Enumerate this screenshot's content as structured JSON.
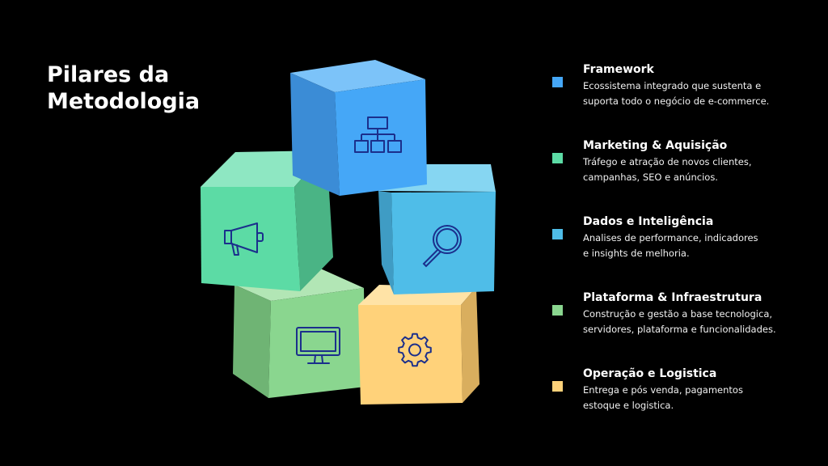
{
  "title_line1": "Pilares da",
  "title_line2": "Metodologia",
  "cubes": [
    {
      "name": "framework",
      "icon": "hierarchy-chart-icon",
      "front": "#45A7F7",
      "top": "#7CC3F9",
      "side": "#3B8CD6"
    },
    {
      "name": "marketing",
      "icon": "megaphone-icon",
      "front": "#5CDBA5",
      "top": "#8EE7C2",
      "side": "#4AB485"
    },
    {
      "name": "dados",
      "icon": "magnifier-icon",
      "front": "#4FBDE8",
      "top": "#86D6F2",
      "side": "#3F9CC4"
    },
    {
      "name": "plataforma",
      "icon": "monitor-icon",
      "front": "#8AD68F",
      "top": "#B2E6B5",
      "side": "#6FB474"
    },
    {
      "name": "operacao",
      "icon": "gear-icon",
      "front": "#FFD27A",
      "top": "#FFE3A6",
      "side": "#D9AE5E"
    }
  ],
  "icon_stroke": "#1B2F8C",
  "items": [
    {
      "title": "Framework",
      "desc_line1": "Ecossistema integrado que sustenta e",
      "desc_line2": "suporta todo o negócio de e-commerce.",
      "color": "#45A7F7"
    },
    {
      "title": "Marketing & Aquisição",
      "desc_line1": "Tráfego e atração de novos clientes,",
      "desc_line2": "campanhas, SEO e anúncios.",
      "color": "#5CDBA5"
    },
    {
      "title": "Dados e Inteligência",
      "desc_line1": "Analises de performance, indicadores",
      "desc_line2": "e insights de melhoria.",
      "color": "#4FBDE8"
    },
    {
      "title": "Plataforma & Infraestrutura",
      "desc_line1": "Construção e gestão a base tecnologica,",
      "desc_line2": "servidores, plataforma e funcionalidades.",
      "color": "#8AD68F"
    },
    {
      "title": "Operação e Logistica",
      "desc_line1": "Entrega e pós venda, pagamentos",
      "desc_line2": "estoque e logistica.",
      "color": "#FFD27A"
    }
  ]
}
